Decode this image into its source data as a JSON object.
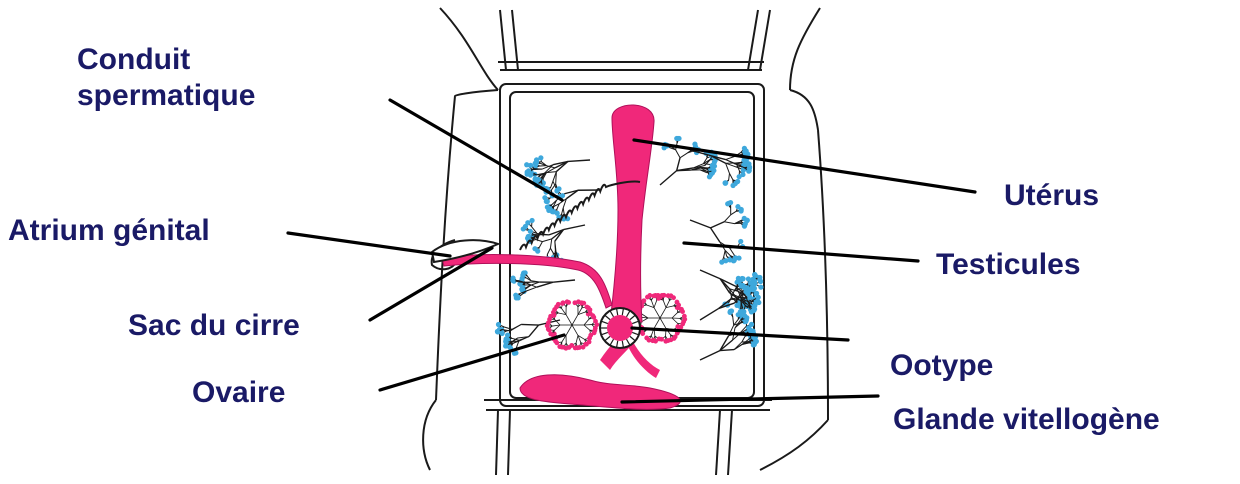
{
  "colors": {
    "label_text": "#1a1a66",
    "leader_line": "#000000",
    "outline": "#1a1a1a",
    "magenta_organs": "#f0287a",
    "testis_dots": "#3ea8dc",
    "background": "#ffffff"
  },
  "labels": {
    "conduit_line1": "Conduit",
    "conduit_line2": "spermatique",
    "uterus": "Utérus",
    "atrium": "Atrium génital",
    "testicules": "Testicules",
    "sac": "Sac du cirre",
    "ootype": "Ootype",
    "ovaire": "Ovaire",
    "glande": "Glande vitellogène"
  }
}
